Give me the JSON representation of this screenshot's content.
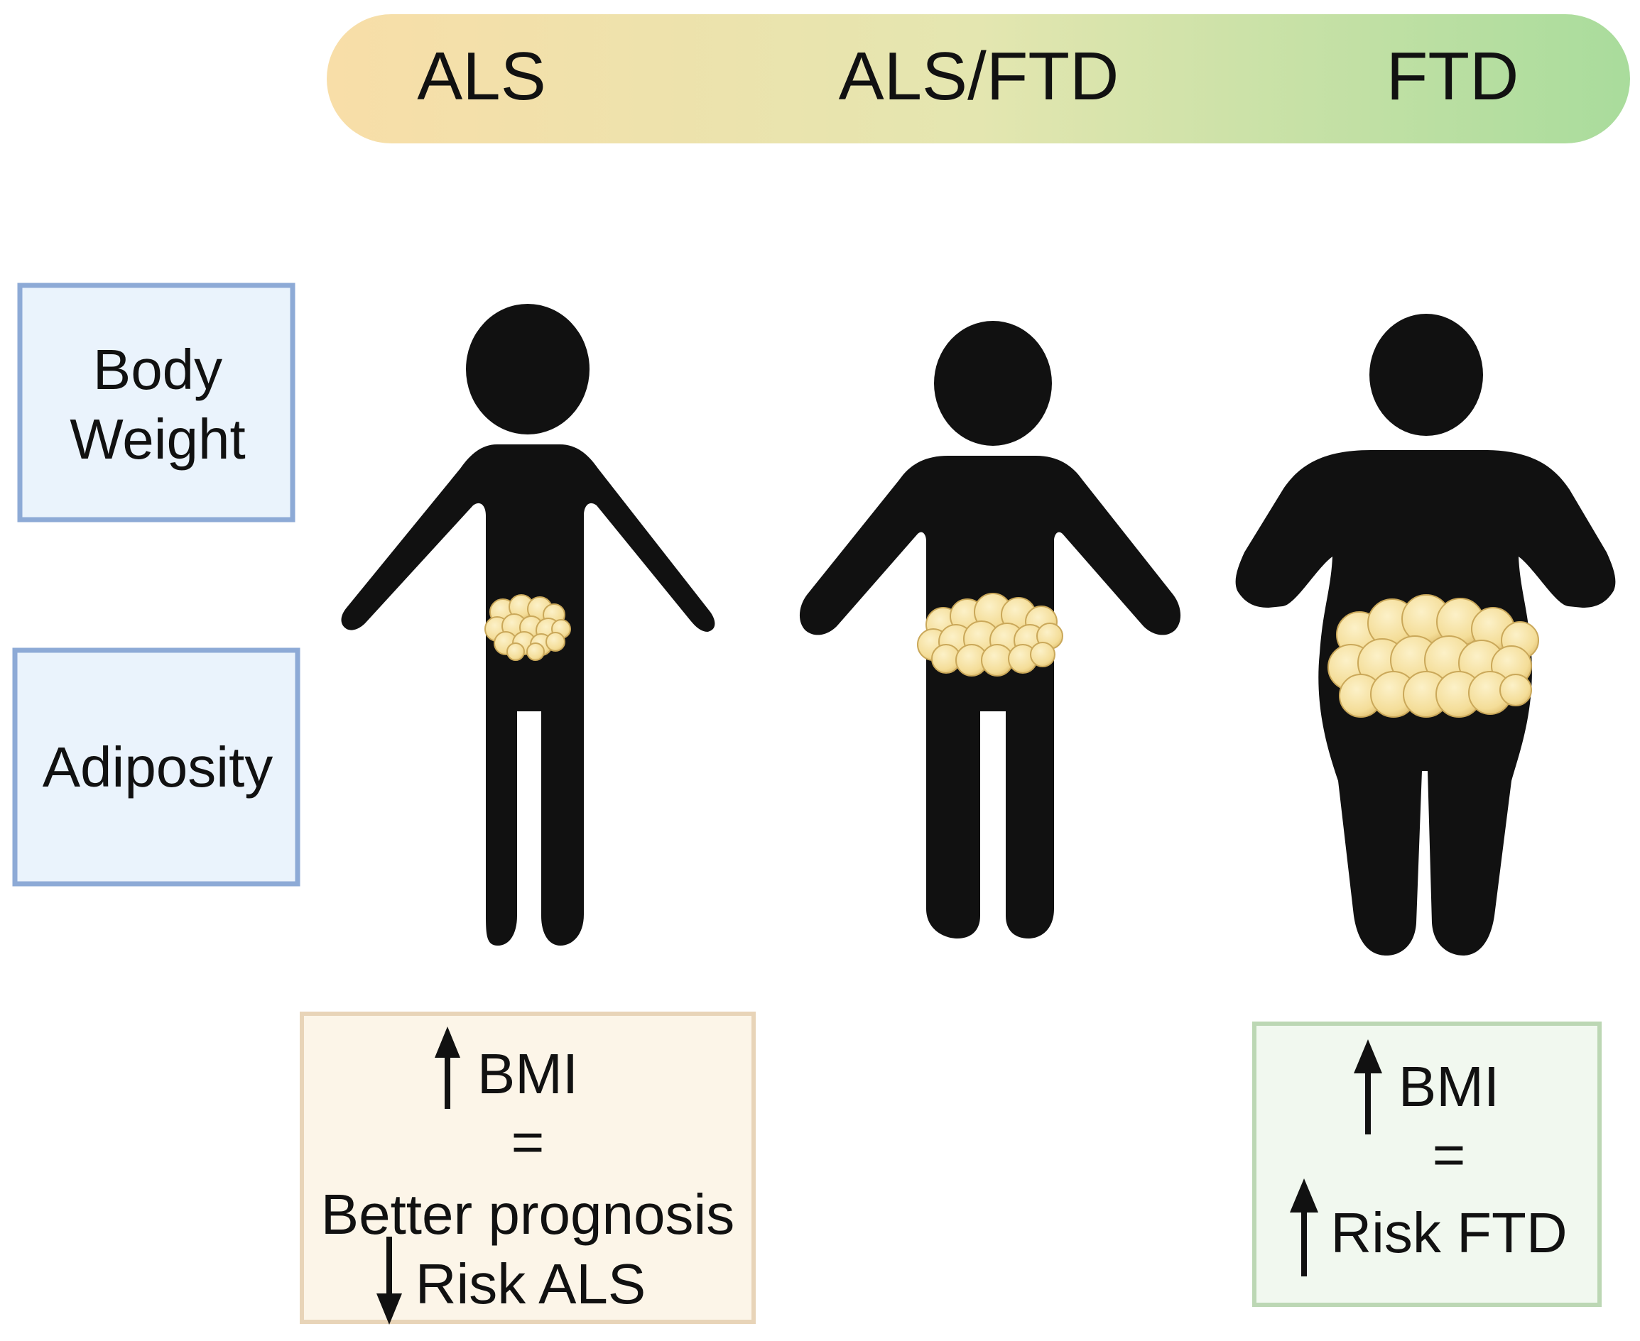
{
  "spectrum": {
    "labels": [
      "ALS",
      "ALS/FTD",
      "FTD"
    ],
    "colors": {
      "start": "#f8dea8",
      "mid": "#e4e6b0",
      "end": "#a9dc9c"
    }
  },
  "row_labels": {
    "body_weight": [
      "Body",
      "Weight"
    ],
    "adiposity": "Adiposity"
  },
  "figures": [
    {
      "name": "als-figure",
      "body_type": "thin"
    },
    {
      "name": "als-ftd-figure",
      "body_type": "medium"
    },
    {
      "name": "ftd-figure",
      "body_type": "obese"
    }
  ],
  "als_box": {
    "line1": "BMI",
    "line1_arrow": "up",
    "line2": "=",
    "line3": "Better prognosis",
    "line4": "Risk ALS",
    "line4_arrow": "down"
  },
  "ftd_box": {
    "line1": "BMI",
    "line1_arrow": "up",
    "line2": "=",
    "line3": "Risk FTD",
    "line3_arrow": "up"
  },
  "colors": {
    "silhouette": "#111111",
    "fat": "#f6e4a6",
    "fat_stroke": "#caa85a",
    "label_box_fill": "#eaf3fc",
    "label_box_border": "#8daad6",
    "als_box_fill": "#fcf5e8",
    "als_box_border": "#e8d4b8",
    "ftd_box_fill": "#f1f8ef",
    "ftd_box_border": "#bcd7b4"
  },
  "icons": [
    "arrow-up-icon",
    "arrow-down-icon",
    "person-icon",
    "fat-cells-icon"
  ]
}
